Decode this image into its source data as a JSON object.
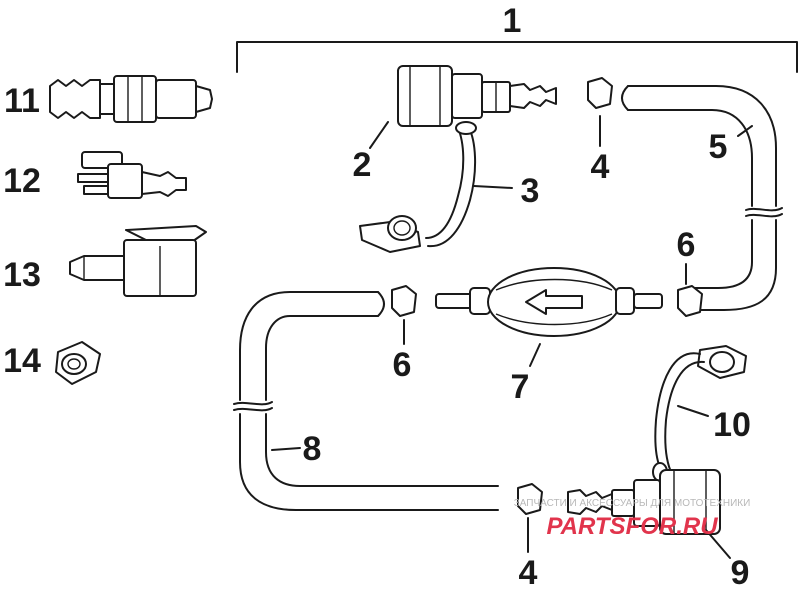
{
  "callouts": {
    "c1": "1",
    "c2": "2",
    "c3": "3",
    "c4a": "4",
    "c4b": "4",
    "c5": "5",
    "c6a": "6",
    "c6b": "6",
    "c7": "7",
    "c8": "8",
    "c9": "9",
    "c10": "10",
    "c11": "11",
    "c12": "12",
    "c13": "13",
    "c14": "14"
  },
  "watermark": {
    "caption": "ЗАПЧАСТИ И АКСЕССУАРЫ ДЛЯ МОТОТЕХНИКИ",
    "logo": "PARTSFOR.RU"
  },
  "colors": {
    "ink": "#1a1a1a",
    "watermark_red": "#e1344c",
    "watermark_grey": "#b8b8b8"
  }
}
